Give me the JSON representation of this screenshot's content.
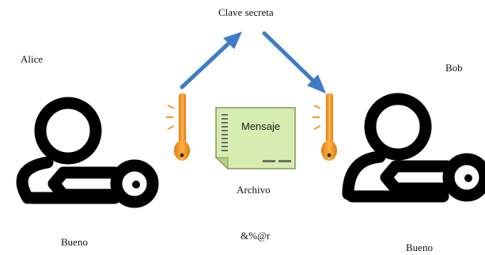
{
  "title": "Clave secreta",
  "left_party": {
    "name": "Alice",
    "status": "Bueno",
    "icon": "user-key-icon"
  },
  "right_party": {
    "name": "Bob",
    "status": "Bueno",
    "icon": "user-key-icon"
  },
  "document": {
    "label": "Mensaje",
    "caption": "Archivo",
    "encrypted_text": "&%@r",
    "icon": "document-icon"
  },
  "keys": {
    "icon": "key-icon",
    "color": "#F39B2B"
  },
  "arrows": {
    "color": "#3E7CC6"
  },
  "document_color": "#D7ECB0"
}
